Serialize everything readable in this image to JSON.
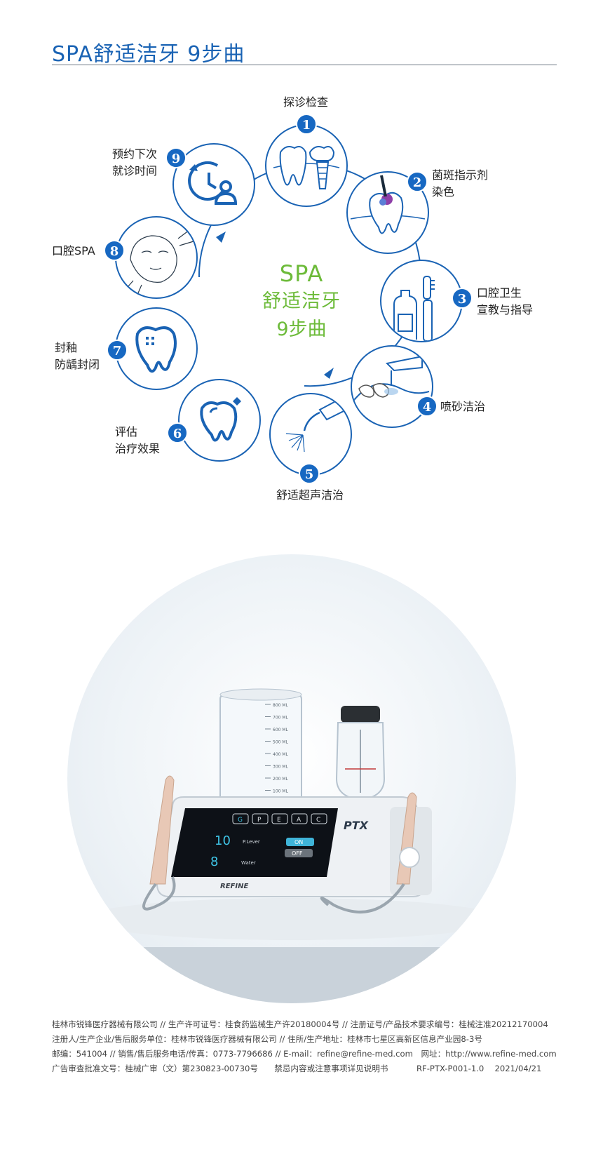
{
  "header": {
    "title": "SPA舒适洁牙 9步曲"
  },
  "center": {
    "line1": "SPA",
    "line2": "舒适洁牙",
    "line3": "9步曲"
  },
  "steps": [
    {
      "num": "1",
      "label_1": "探诊检查",
      "label_2": ""
    },
    {
      "num": "2",
      "label_1": "菌斑指示剂",
      "label_2": "染色"
    },
    {
      "num": "3",
      "label_1": "口腔卫生",
      "label_2": "宣教与指导"
    },
    {
      "num": "4",
      "label_1": "喷砂洁治",
      "label_2": ""
    },
    {
      "num": "5",
      "label_1": "舒适超声洁治",
      "label_2": ""
    },
    {
      "num": "6",
      "label_1": "评估",
      "label_2": "治疗效果"
    },
    {
      "num": "7",
      "label_1": "封釉",
      "label_2": "防龋封闭"
    },
    {
      "num": "8",
      "label_1": "口腔SPA",
      "label_2": ""
    },
    {
      "num": "9",
      "label_1": "预约下次",
      "label_2": "就诊时间"
    }
  ],
  "product": {
    "brand": "PTX",
    "maker": "REFINE",
    "screen_value_1": "10",
    "screen_value_2": "8",
    "screen_mode_1": "P.Lever",
    "screen_mode_2": "Water",
    "button_on": "ON",
    "button_off": "OFF",
    "tank_marks": [
      "800 ML",
      "700 ML",
      "600 ML",
      "500 ML",
      "400 ML",
      "300 ML",
      "200 ML",
      "100 ML"
    ],
    "mode_keys": [
      "G",
      "P",
      "E",
      "A",
      "C"
    ]
  },
  "footer": {
    "line1": "桂林市锐锋医疗器械有限公司 // 生产许可证号：桂食药监械生产许20180004号 // 注册证号/产品技术要求编号：桂械注准20212170004",
    "line2": "注册人/生产企业/售后服务单位：桂林市锐锋医疗器械有限公司 // 住所/生产地址：桂林市七星区高新区信息产业园8-3号",
    "line3": "邮编：541004 // 销售/售后服务电话/传真：0773-7796686 // E-mail：refine@refine-med.com　网址：http://www.refine-med.com",
    "line4a": "广告审查批准文号：桂械广审（文）第230823-00730号　　禁忌内容或注意事项详见说明书",
    "line4b": "RF-PTX-P001-1.0　 2021/04/21"
  },
  "colors": {
    "brand_blue": "#1a63b4",
    "accent_green": "#6dbb3a"
  }
}
